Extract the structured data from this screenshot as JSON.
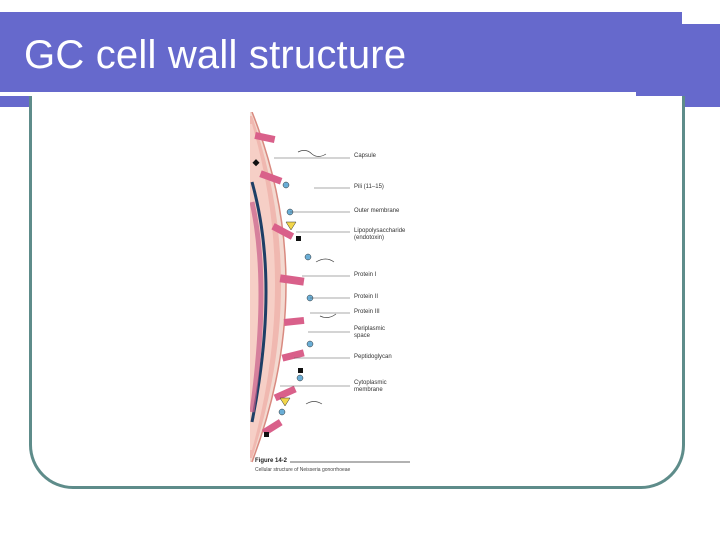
{
  "slide": {
    "title": "GC cell wall structure"
  },
  "figure": {
    "labels": [
      "Capsule",
      "Pili (11–15)",
      "Outer membrane",
      "Lipopolysaccharide",
      "(endotoxin)",
      "Protein I",
      "Protein II",
      "Protein III",
      "Periplasmic",
      "space",
      "Peptidoglycan",
      "Cytoplasmic",
      "membrane"
    ],
    "caption_title": "Figure 14-2",
    "caption_text": "Cellular structure of Neisseria gonorrhoeae"
  }
}
